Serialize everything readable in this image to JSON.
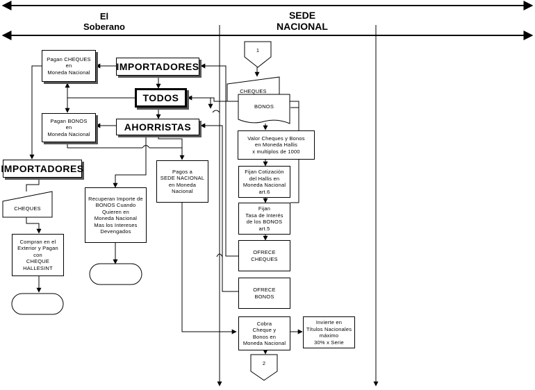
{
  "lanes": {
    "left": "El\nSoberano",
    "right": "SEDE\nNACIONAL"
  },
  "nodes": {
    "pagan_cheques": "Pagan CHEQUES\nen\nMoneda Nacional",
    "importadores_top": "IMPORTADORES",
    "todos": "TODOS",
    "pagan_bonos": "Pagan BONOS\nen\nMoneda Nacional",
    "ahorristas": "AHORRISTAS",
    "importadores_left": "IMPORTADORES",
    "cheques_left": "CHEQUES",
    "compran_exterior": "Compran en el\nExterior y Pagan\ncon\nCHEQUE\nHALLESINT",
    "recuperan": "Recuperan Importe de\nBONOS Cuando\nQuieren en\nMoneda Nacional\nMas los Intereses\nDevengados",
    "pagos_sede": "Pagos a\nSEDE NACIONAL\nen Moneda\nNacional",
    "connector_1": "1",
    "cheques_doc": "CHEQUES",
    "bonos_doc": "BONOS",
    "valor_cheques": "Valor Cheques y Bonos\nen Moneda Hallis\nx multiplos de 1000",
    "fijan_cotizacion": "Fijan Cotización\ndel Hallis en\nMoneda Nacional\nart.6",
    "fijan_tasa": "Fijan\nTasa de Interés\nde los BONOS\nart.5",
    "ofrece_cheques": "OFRECE\nCHEQUES",
    "ofrece_bonos": "OFRECE\nBONOS",
    "cobra": "Cobra\nCheque y\nBonos en\nMoneda Nacional",
    "invierte": "Invierte en\nTítulos Nacionales\nmáximo\n30% x Serie",
    "connector_2": "2"
  }
}
